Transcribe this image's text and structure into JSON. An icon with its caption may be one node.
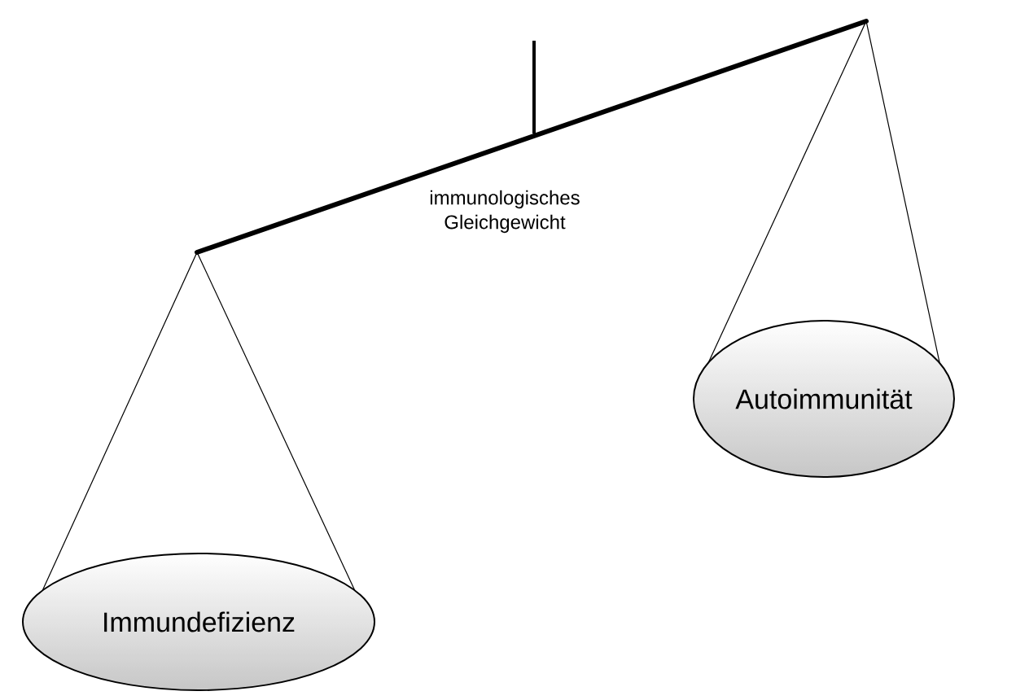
{
  "diagram": {
    "nodes": [
      {
        "text": [
          "Immundefizienz"
        ]
      },
      {
        "text": [
          "Autoimmunität"
        ]
      }
    ],
    "labels": [
      "immunologisches Gleichgewicht"
    ]
  }
}
